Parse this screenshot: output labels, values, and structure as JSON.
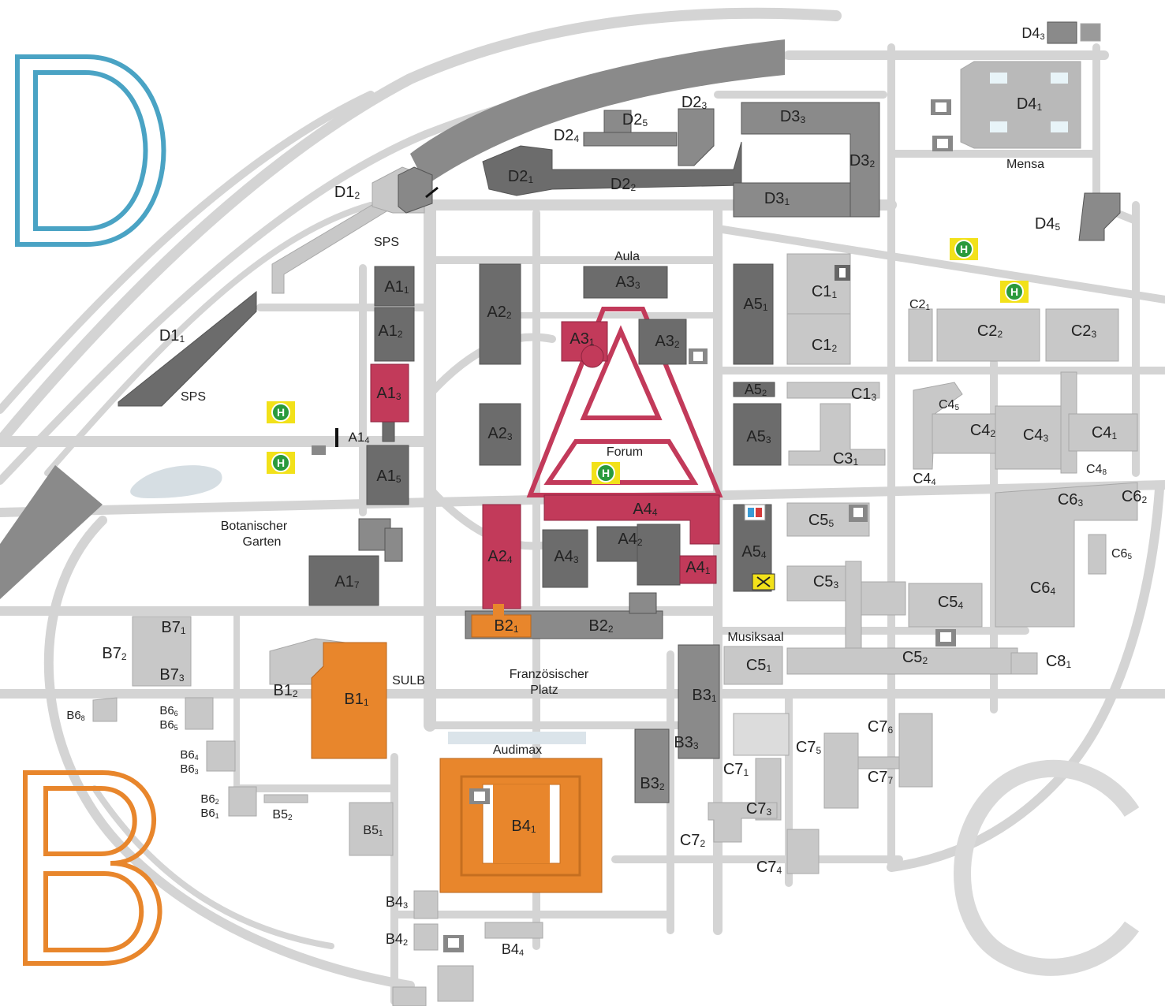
{
  "zones": {
    "D": {
      "letter": "D",
      "color": "#4aa3c4"
    },
    "B": {
      "letter": "B",
      "color": "#e8862c"
    },
    "C": {
      "letter": "C",
      "color": "#d9d9d9"
    },
    "A": {
      "letter": "A",
      "color": "#c23a5a"
    }
  },
  "colors": {
    "building_light": "#c8c8c8",
    "building_dark": "#6c6c6c",
    "zone_a_highlight": "#c23a5a",
    "zone_b_highlight": "#e8862c",
    "zone_d_highlight": "#4aa3c4",
    "road": "#d4d4d4",
    "halt_badge": "#f2e11a"
  },
  "places": {
    "aula": "Aula",
    "forum": "Forum",
    "mensa": "Mensa",
    "sps_upper": "SPS",
    "sps_lower": "SPS",
    "botanischer_garten_1": "Botanischer",
    "botanischer_garten_2": "Garten",
    "sulb": "SULB",
    "franzoesischer_platz_1": "Französischer",
    "franzoesischer_platz_2": "Platz",
    "audimax": "Audimax",
    "musiksaal": "Musiksaal"
  },
  "buildings": {
    "D11": [
      "D1",
      "1"
    ],
    "D12": [
      "D1",
      "2"
    ],
    "D21": [
      "D2",
      "1"
    ],
    "D22": [
      "D2",
      "2"
    ],
    "D23": [
      "D2",
      "3"
    ],
    "D24": [
      "D2",
      "4"
    ],
    "D25": [
      "D2",
      "5"
    ],
    "D31": [
      "D3",
      "1"
    ],
    "D32": [
      "D3",
      "2"
    ],
    "D33": [
      "D3",
      "3"
    ],
    "D41": [
      "D4",
      "1"
    ],
    "D43": [
      "D4",
      "3"
    ],
    "D45": [
      "D4",
      "5"
    ],
    "A11": [
      "A1",
      "1"
    ],
    "A12": [
      "A1",
      "2"
    ],
    "A13": [
      "A1",
      "3"
    ],
    "A14": [
      "A1",
      "4"
    ],
    "A15": [
      "A1",
      "5"
    ],
    "A17": [
      "A1",
      "7"
    ],
    "A22": [
      "A2",
      "2"
    ],
    "A23": [
      "A2",
      "3"
    ],
    "A24": [
      "A2",
      "4"
    ],
    "A31": [
      "A3",
      "1"
    ],
    "A32": [
      "A3",
      "2"
    ],
    "A33": [
      "A3",
      "3"
    ],
    "A41": [
      "A4",
      "1"
    ],
    "A42": [
      "A4",
      "2"
    ],
    "A43": [
      "A4",
      "3"
    ],
    "A44": [
      "A4",
      "4"
    ],
    "A51": [
      "A5",
      "1"
    ],
    "A52": [
      "A5",
      "2"
    ],
    "A53": [
      "A5",
      "3"
    ],
    "A54": [
      "A5",
      "4"
    ],
    "B11": [
      "B1",
      "1"
    ],
    "B12": [
      "B1",
      "2"
    ],
    "B21": [
      "B2",
      "1"
    ],
    "B22": [
      "B2",
      "2"
    ],
    "B31": [
      "B3",
      "1"
    ],
    "B32": [
      "B3",
      "2"
    ],
    "B33": [
      "B3",
      "3"
    ],
    "B41": [
      "B4",
      "1"
    ],
    "B42": [
      "B4",
      "2"
    ],
    "B43": [
      "B4",
      "3"
    ],
    "B44": [
      "B4",
      "4"
    ],
    "B51": [
      "B5",
      "1"
    ],
    "B52": [
      "B5",
      "2"
    ],
    "B61": [
      "B6",
      "1"
    ],
    "B62": [
      "B6",
      "2"
    ],
    "B63": [
      "B6",
      "3"
    ],
    "B64": [
      "B6",
      "4"
    ],
    "B65": [
      "B6",
      "5"
    ],
    "B66": [
      "B6",
      "6"
    ],
    "B68": [
      "B6",
      "8"
    ],
    "B71": [
      "B7",
      "1"
    ],
    "B72": [
      "B7",
      "2"
    ],
    "B73": [
      "B7",
      "3"
    ],
    "C11": [
      "C1",
      "1"
    ],
    "C12": [
      "C1",
      "2"
    ],
    "C13": [
      "C1",
      "3"
    ],
    "C21": [
      "C2",
      "1"
    ],
    "C22": [
      "C2",
      "2"
    ],
    "C23": [
      "C2",
      "3"
    ],
    "C31": [
      "C3",
      "1"
    ],
    "C41": [
      "C4",
      "1"
    ],
    "C42": [
      "C4",
      "2"
    ],
    "C43": [
      "C4",
      "3"
    ],
    "C44": [
      "C4",
      "4"
    ],
    "C45": [
      "C4",
      "5"
    ],
    "C48": [
      "C4",
      "8"
    ],
    "C51": [
      "C5",
      "1"
    ],
    "C52": [
      "C5",
      "2"
    ],
    "C53": [
      "C5",
      "3"
    ],
    "C54": [
      "C5",
      "4"
    ],
    "C55": [
      "C5",
      "5"
    ],
    "C62": [
      "C6",
      "2"
    ],
    "C63": [
      "C6",
      "3"
    ],
    "C64": [
      "C6",
      "4"
    ],
    "C65": [
      "C6",
      "5"
    ],
    "C71": [
      "C7",
      "1"
    ],
    "C72": [
      "C7",
      "2"
    ],
    "C73": [
      "C7",
      "3"
    ],
    "C74": [
      "C7",
      "4"
    ],
    "C75": [
      "C7",
      "5"
    ],
    "C76": [
      "C7",
      "6"
    ],
    "C77": [
      "C7",
      "7"
    ],
    "C81": [
      "C8",
      "1"
    ]
  },
  "bus_stop_symbol": "H",
  "bus_stop_icon": "bus-stop-icon",
  "parking_icon": "parking-icon",
  "post_icon": "post-icon",
  "bank_icon": "bank-icon"
}
